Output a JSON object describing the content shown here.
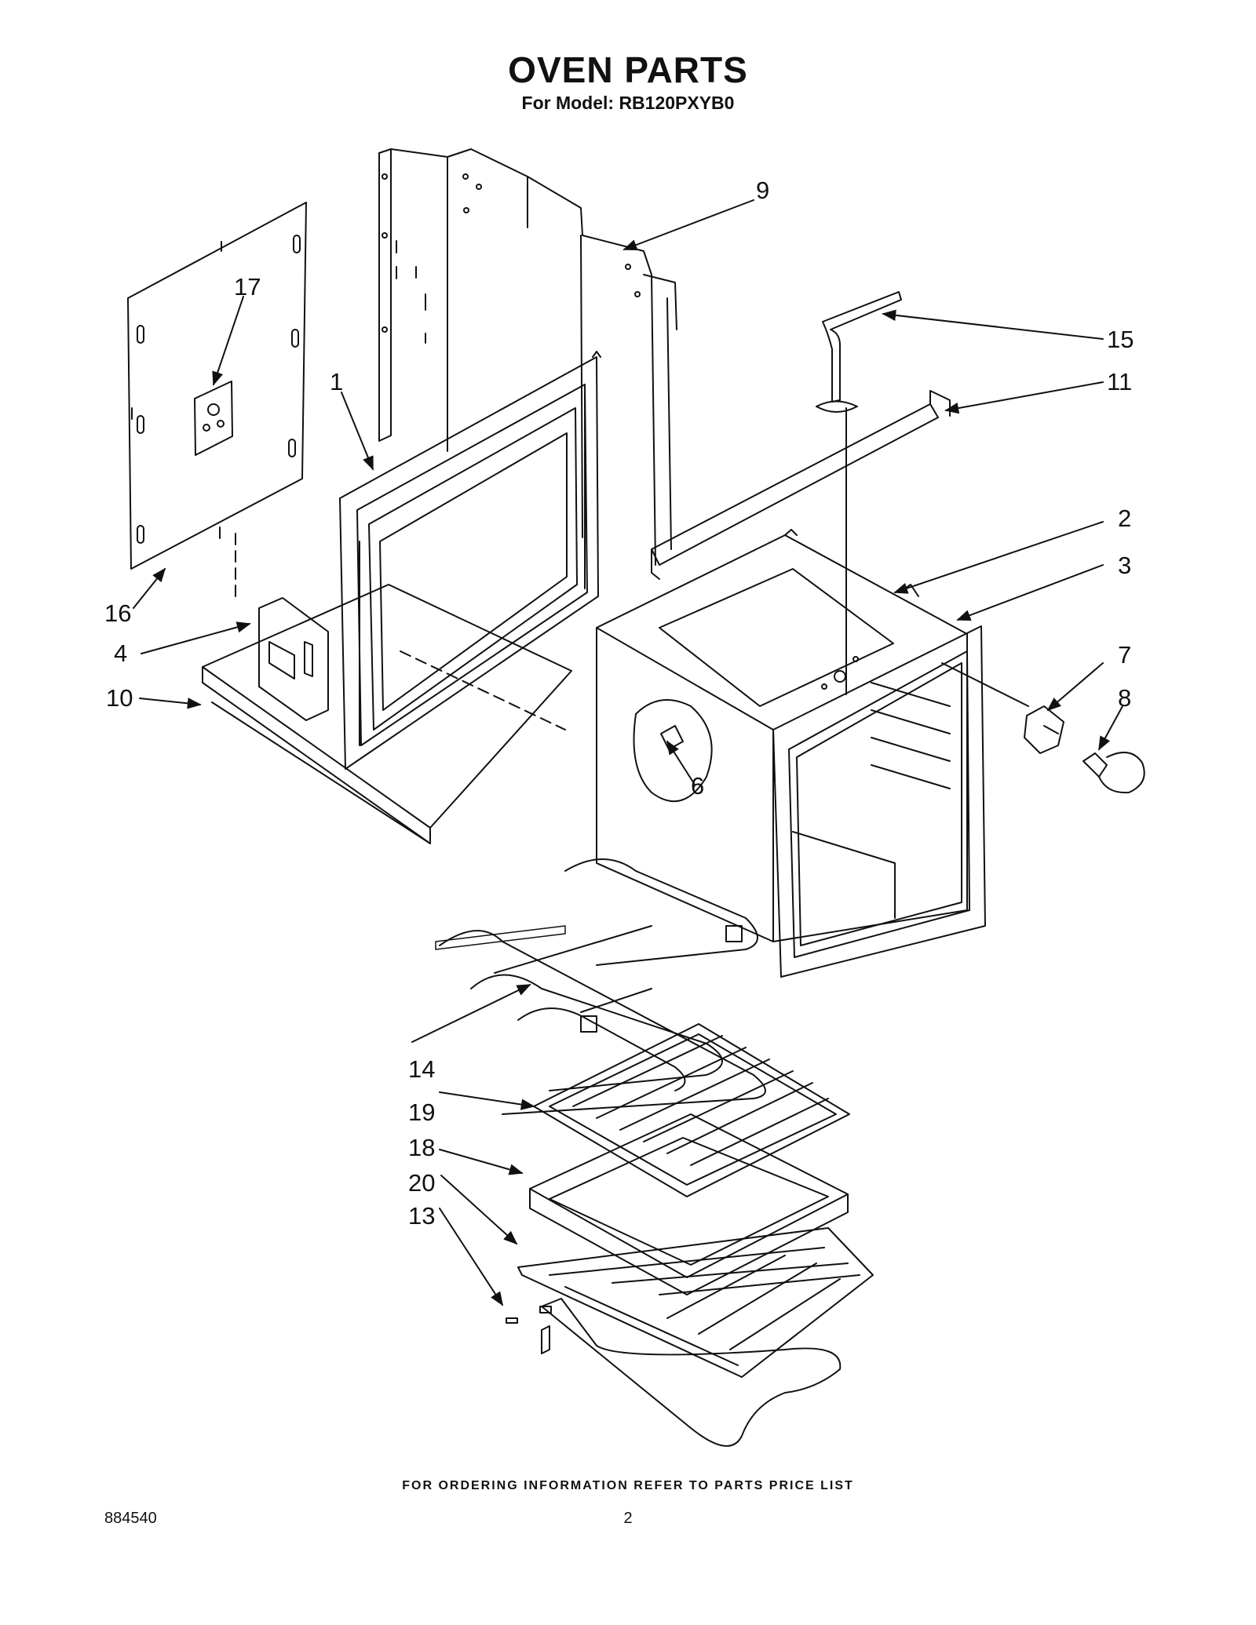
{
  "header": {
    "title": "OVEN PARTS",
    "subtitle": "For Model: RB120PXYB0"
  },
  "callouts": [
    {
      "id": "1",
      "label": "1"
    },
    {
      "id": "2",
      "label": "2"
    },
    {
      "id": "3",
      "label": "3"
    },
    {
      "id": "4",
      "label": "4"
    },
    {
      "id": "6",
      "label": "6"
    },
    {
      "id": "7",
      "label": "7"
    },
    {
      "id": "8",
      "label": "8"
    },
    {
      "id": "9",
      "label": "9"
    },
    {
      "id": "10",
      "label": "10"
    },
    {
      "id": "11",
      "label": "11"
    },
    {
      "id": "13",
      "label": "13"
    },
    {
      "id": "14",
      "label": "14"
    },
    {
      "id": "15",
      "label": "15"
    },
    {
      "id": "16",
      "label": "16"
    },
    {
      "id": "17",
      "label": "17"
    },
    {
      "id": "18",
      "label": "18"
    },
    {
      "id": "19",
      "label": "19"
    },
    {
      "id": "20",
      "label": "20"
    }
  ],
  "footer": {
    "note": "FOR ORDERING INFORMATION REFER TO PARTS PRICE LIST",
    "doc_number": "884540",
    "page_number": "2"
  },
  "colors": {
    "line": "#111111",
    "background": "#ffffff"
  }
}
